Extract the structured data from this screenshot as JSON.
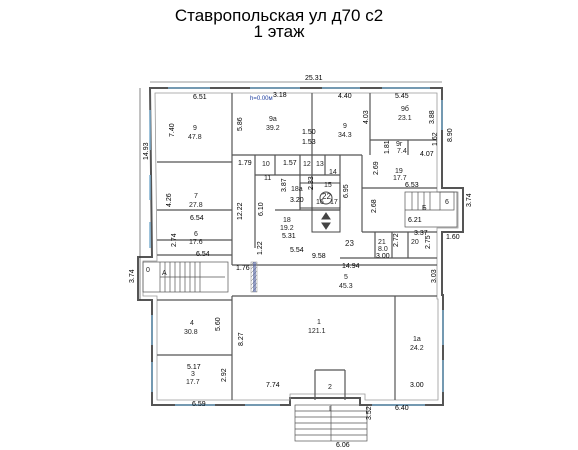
{
  "title": {
    "line1": "Ставропольская ул д70 с2",
    "line2": "1 этаж"
  },
  "level_mark": "h=0.00м",
  "dimensions": {
    "top_total": "25.31",
    "left_total": "14.93",
    "r9_w": "6.51",
    "r9a_w": "3.18",
    "r9b_w": "4.40",
    "r9v_w": "5.45",
    "d_740": "7.40",
    "d_586": "5.86",
    "d_150": "1.50",
    "d_153": "1.53",
    "d_403": "4.03",
    "d_388": "3.88",
    "d_890": "8.90",
    "d_162": "1.62",
    "d_407": "4.07",
    "d_181": "1.81",
    "d_179": "1.79",
    "d_157": "1.57",
    "d_269": "2.69",
    "d_653": "6.53",
    "d_387": "3.87",
    "d_233": "2.33",
    "d_695": "6.95",
    "d_320": "3.20",
    "d_426": "4.26",
    "d_1222": "12.22",
    "d_610": "6.10",
    "d_654a": "6.54",
    "d_268": "2.68",
    "d_621": "6.21",
    "d_374r": "3.74",
    "d_337": "3.37",
    "d_160": "1.60",
    "d_274": "2.74",
    "d_531": "5.31",
    "d_272": "2.72",
    "d_275": "2.75",
    "d_122": "1.22",
    "d_554": "5.54",
    "d_958": "9.58",
    "d_300a": "3.00",
    "d_654b": "6.54",
    "d_1494": "14.94",
    "d_374l": "3.74",
    "d_176": "1.76",
    "d_303": "3.03",
    "d_560": "5.60",
    "d_827": "8.27",
    "d_517": "5.17",
    "d_292": "2.92",
    "d_774": "7.74",
    "d_300b": "3.00",
    "d_659": "6.59",
    "d_352": "3.52",
    "d_640": "6.40",
    "d_606": "6.06"
  },
  "rooms": {
    "r9_n": "9",
    "r9_a": "47.8",
    "r9a_n": "9а",
    "r9a_a": "39.2",
    "r9b_n": "9",
    "r9b_a": "34.3",
    "r9v_n": "9б",
    "r9v_a": "23.1",
    "r9g_n": "9г",
    "r9g_a": "7.4",
    "r10_n": "10",
    "r11_n": "11",
    "r12_n": "12",
    "r13_n": "13",
    "r14_n": "14",
    "r15_n": "15",
    "r16_n": "16",
    "r17_n": "17",
    "r18a_n": "18а",
    "r19_n": "19",
    "r19_a": "17.7",
    "r7_n": "7",
    "r7_a": "27.8",
    "r18_n": "18",
    "r18_a": "19.2",
    "r22_n": "22",
    "r23_n": "23",
    "r6_n": "6",
    "r6_a": "17.6",
    "r21_n": "21",
    "r21_a": "8.0",
    "r20_n": "20",
    "rB_n": "Б",
    "rB6_n": "6",
    "rA_n": "А",
    "rA0_n": "0",
    "r5_n": "5",
    "r5_a": "45.3",
    "r4_n": "4",
    "r4_a": "30.8",
    "r1_n": "1",
    "r1_a": "121.1",
    "r1a_n": "1а",
    "r1a_a": "24.2",
    "r3_n": "3",
    "r3_a": "17.7",
    "r2_n": "2",
    "rI_n": "I"
  }
}
